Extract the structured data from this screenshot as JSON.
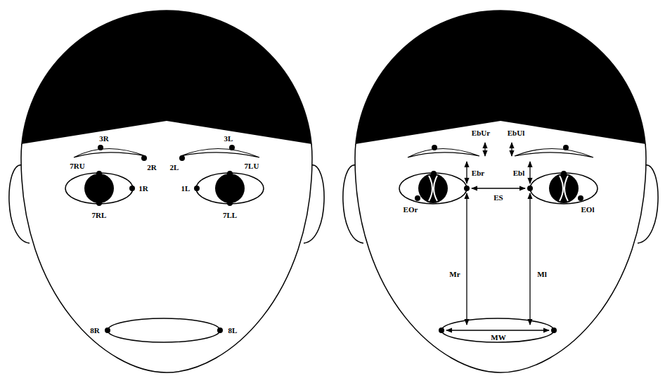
{
  "diagram": {
    "labels": [
      "3R",
      "3L",
      "2R",
      "2L",
      "7RU",
      "7LU",
      "1R",
      "1L",
      "7RL",
      "7LL",
      "8R",
      "8L",
      "EbUr",
      "EbUl",
      "Ebr",
      "Ebl",
      "ES",
      "EOr",
      "EOl",
      "Mr",
      "Ml",
      "MW"
    ]
  }
}
